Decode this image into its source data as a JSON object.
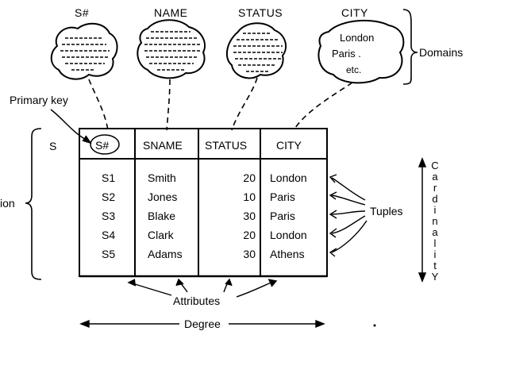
{
  "domains": {
    "headers": [
      "S#",
      "NAME",
      "STATUS",
      "CITY"
    ],
    "city_values": [
      "London",
      "Paris .",
      "etc."
    ],
    "label": "Domains"
  },
  "primary_key_label": "Primary key",
  "relation_name": "S",
  "relation_side_label": "ion",
  "table": {
    "columns": [
      "S#",
      "SNAME",
      "STATUS",
      "CITY"
    ],
    "rows": [
      [
        "S1",
        "Smith",
        "20",
        "London"
      ],
      [
        "S2",
        "Jones",
        "10",
        "Paris"
      ],
      [
        "S3",
        "Blake",
        "30",
        "Paris"
      ],
      [
        "S4",
        "Clark",
        "20",
        "London"
      ],
      [
        "S5",
        "Adams",
        "30",
        "Athens"
      ]
    ]
  },
  "tuples_label": "Tuples",
  "attributes_label": "Attributes",
  "degree_label": "Degree",
  "cardinality_letters": [
    "C",
    "a",
    "r",
    "d",
    "i",
    "n",
    "a",
    "l",
    "i",
    "t",
    "Y"
  ]
}
